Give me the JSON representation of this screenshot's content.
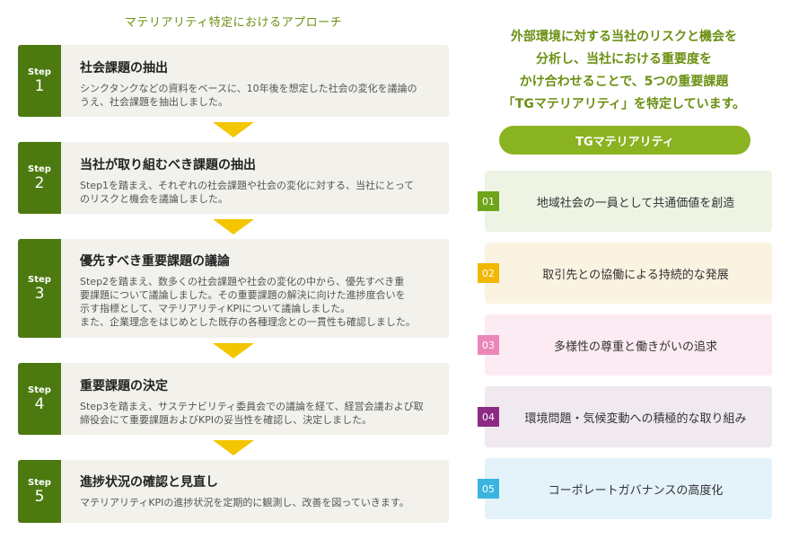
{
  "left_title": "マテリアリティ特定におけるアプローチ",
  "steps": [
    {
      "label": "Step",
      "num": "1",
      "title": "社会課題の抽出",
      "desc_lines": [
        "シンクタンクなどの資料をベースに、10年後を想定した社会の変化を議論の",
        "うえ、社会課題を抽出しました。"
      ]
    },
    {
      "label": "Step",
      "num": "2",
      "title": "当社が取り組むべき課題の抽出",
      "desc_lines": [
        "Step1を踏まえ、それぞれの社会課題や社会の変化に対する、当社にとって",
        "のリスクと機会を議論しました。"
      ]
    },
    {
      "label": "Step",
      "num": "3",
      "title": "優先すべき重要課題の議論",
      "desc_lines": [
        "Step2を踏まえ、数多くの社会課題や社会の変化の中から、優先すべき重",
        "要課題について議論しました。その重要課題の解決に向けた進捗度合いを",
        "示す指標として、マテリアリティKPIについて議論しました。",
        "また、企業理念をはじめとした既存の各種理念との一貫性も確認しました。"
      ]
    },
    {
      "label": "Step",
      "num": "4",
      "title": "重要課題の決定",
      "desc_lines": [
        "Step3を踏まえ、サステナビリティ委員会での議論を経て、経営会議および取",
        "締役会にて重要課題およびKPIの妥当性を確認し、決定しました。"
      ]
    },
    {
      "label": "Step",
      "num": "5",
      "title": "進捗状況の確認と見直し",
      "desc_lines": [
        "マテリアリティKPIの進捗状況を定期的に観測し、改善を図っていきます。"
      ]
    }
  ],
  "right_heading_lines": [
    "外部環境に対する当社のリスクと機会を",
    "分析し、当社における重要度を",
    "かけ合わせることで、5つの重要課題",
    "「TGマテリアリティ」を特定しています。"
  ],
  "pill_label": "TGマテリアリティ",
  "materialities": [
    {
      "num": "01",
      "text": "地域社会の一員として共通価値を創造",
      "badge_color": "#6fa51a",
      "bg_color": "#eef4e4"
    },
    {
      "num": "02",
      "text": "取引先との協働による持続的な発展",
      "badge_color": "#f2b700",
      "bg_color": "#fbf3e1"
    },
    {
      "num": "03",
      "text": "多様性の尊重と働きがいの追求",
      "badge_color": "#ec86b8",
      "bg_color": "#fcebf3"
    },
    {
      "num": "04",
      "text": "環境問題・気候変動への積極的な取り組み",
      "badge_color": "#8c2a84",
      "bg_color": "#f0e9ef"
    },
    {
      "num": "05",
      "text": "コーポレートガバナンスの高度化",
      "badge_color": "#3bb5e0",
      "bg_color": "#e4f2fa"
    }
  ],
  "colors": {
    "step_badge": "#4c7a10",
    "step_bg": "#f2f1ec",
    "arrow": "#f3c600",
    "accent_text": "#6b8f12",
    "pill": "#8ab321"
  }
}
